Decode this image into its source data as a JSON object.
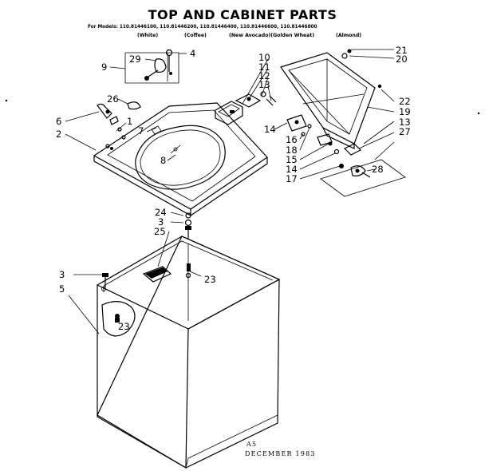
{
  "title": "TOP AND CABINET PARTS",
  "models_line": "For Models: 110.81446100, 110.81446200, 110.81446400, 110.81446600, 110.81446800",
  "color_names": [
    "(White)",
    "(Coffee)",
    "(New Avocado)(Golden Wheat)",
    "(Almond)"
  ],
  "footer_code": "A5",
  "footer_date": "DECEMBER 1983",
  "callouts": [
    "21",
    "20",
    "10",
    "11",
    "12",
    "13",
    "4",
    "29",
    "9",
    "26",
    "6",
    "1",
    "7",
    "2",
    "8",
    "14",
    "16",
    "18",
    "15",
    "14",
    "17",
    "22",
    "19",
    "13",
    "27",
    "28",
    "24",
    "3",
    "25",
    "23",
    "3",
    "5",
    "23"
  ]
}
